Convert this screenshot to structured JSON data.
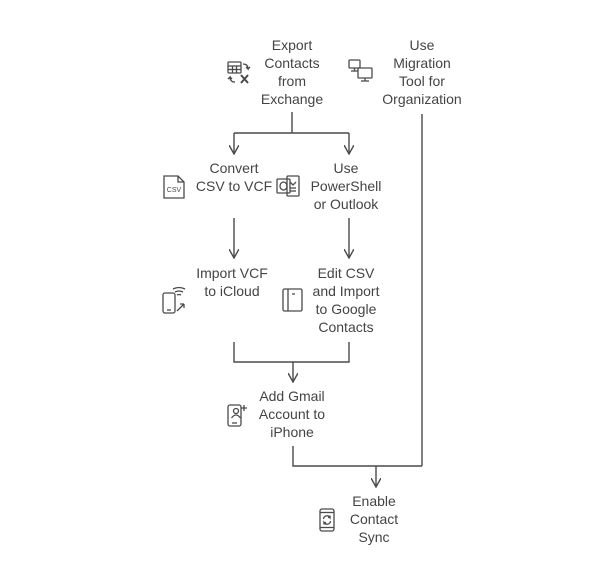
{
  "colors": {
    "line": "#4a4a4a",
    "text": "#444444",
    "icon": "#4a4a4a"
  },
  "nodes": {
    "export": {
      "label": "Export\nContacts\nfrom\nExchange",
      "icon": "table-exchange-icon"
    },
    "migration": {
      "label": "Use\nMigration\nTool for\nOrganization",
      "icon": "computers-icon"
    },
    "convert": {
      "label": "Convert\nCSV to VCF",
      "icon": "csv-file-icon"
    },
    "powershell": {
      "label": "Use\nPowerShell\nor Outlook",
      "icon": "outlook-icon"
    },
    "icloud": {
      "label": "Import VCF\nto iCloud",
      "icon": "phone-wifi-icon"
    },
    "google": {
      "label": "Edit CSV\nand Import\nto Google\nContacts",
      "icon": "notebook-icon"
    },
    "gmail": {
      "label": "Add Gmail\nAccount to\niPhone",
      "icon": "phone-user-icon"
    },
    "sync": {
      "label": "Enable\nContact\nSync",
      "icon": "phone-sync-icon"
    }
  }
}
